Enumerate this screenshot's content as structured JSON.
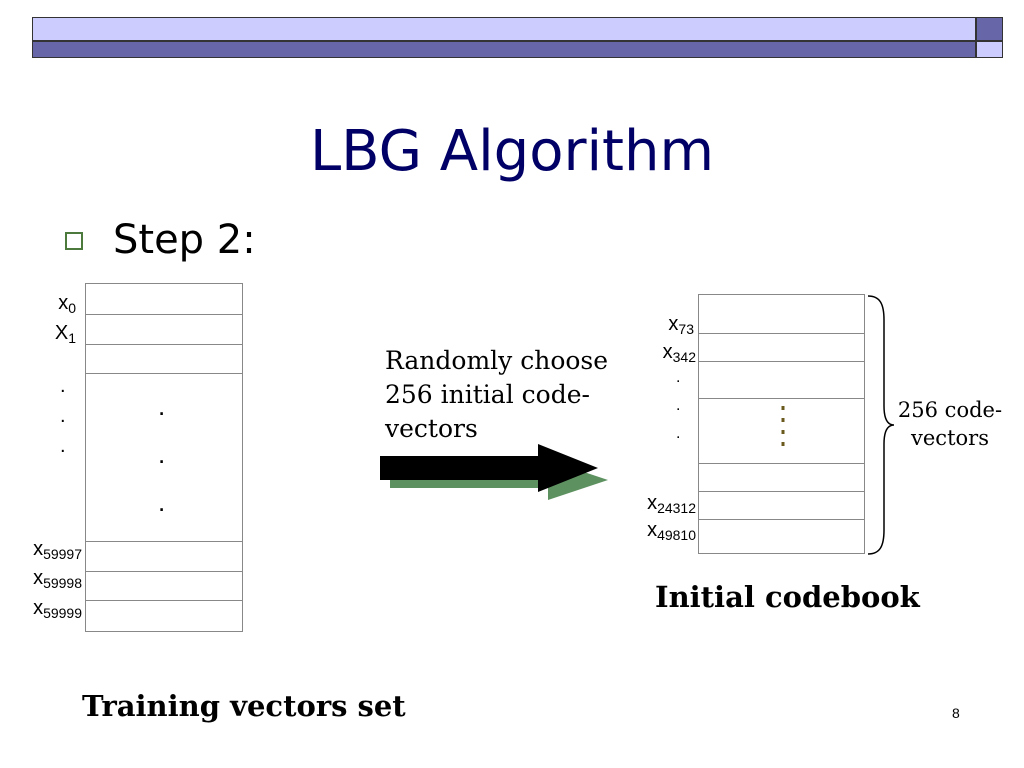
{
  "slide": {
    "title": "LBG Algorithm",
    "bullet": "Step 2:",
    "page_number": "8"
  },
  "training_table": {
    "label_top": [
      {
        "base": "x",
        "sub": "0"
      },
      {
        "base": "X",
        "sub": "1"
      }
    ],
    "dots": ".",
    "center_dots": ".",
    "label_bottom": [
      {
        "base": "x",
        "sub": "59997"
      },
      {
        "base": "x",
        "sub": "59998"
      },
      {
        "base": "x",
        "sub": "59999"
      }
    ],
    "caption": "Training vectors set"
  },
  "arrow_text": {
    "line1": "Randomly choose",
    "line2": "256 initial code-",
    "line3": "vectors"
  },
  "codebook_table": {
    "label_top": [
      {
        "base": "x",
        "sub": "73"
      },
      {
        "base": "x",
        "sub": "342"
      }
    ],
    "dots": ".",
    "label_bottom": [
      {
        "base": "x",
        "sub": "24312"
      },
      {
        "base": "x",
        "sub": "49810"
      }
    ],
    "brace_line1": "256 code-",
    "brace_line2": "vectors",
    "caption": "Initial codebook"
  },
  "colors": {
    "title": "#000066",
    "header_light": "#ccccff",
    "header_dark": "#6666a8",
    "bullet": "#4c7a3c",
    "arrow_shadow": "#5e9160"
  }
}
